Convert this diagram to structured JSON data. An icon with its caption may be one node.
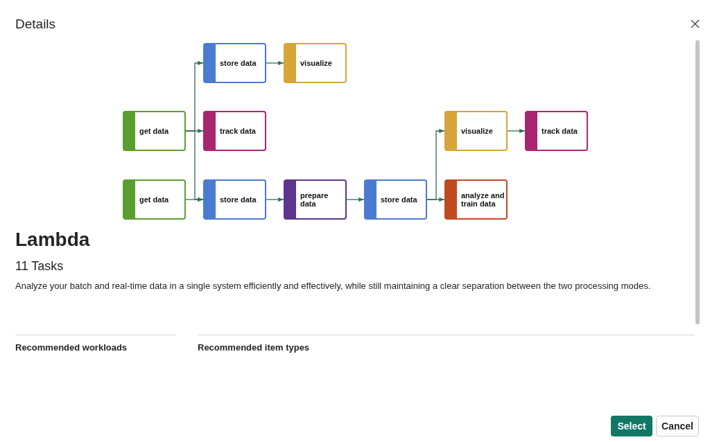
{
  "diagram": {
    "nodes": [
      {
        "text": [
          "store data"
        ]
      },
      {
        "text": [
          "visualize"
        ]
      },
      {
        "text": [
          "get data"
        ]
      },
      {
        "text": [
          "track data"
        ]
      },
      {
        "text": [
          "visualize"
        ]
      },
      {
        "text": [
          "track data"
        ]
      },
      {
        "text": [
          "get data"
        ]
      },
      {
        "text": [
          "store data"
        ]
      },
      {
        "text": [
          "prepare data"
        ]
      },
      {
        "text": [
          "store data"
        ]
      },
      {
        "text": [
          "analyze and train data"
        ]
      }
    ],
    "edges": [
      {
        "from": 2,
        "to": 0,
        "arrow": "to"
      },
      {
        "from": 0,
        "to": 1,
        "arrow": "to"
      },
      {
        "from": 2,
        "to": 3,
        "arrow": "to"
      },
      {
        "from": 2,
        "to": 7,
        "arrow": "to"
      },
      {
        "from": 4,
        "to": 5,
        "arrow": "to"
      },
      {
        "from": 6,
        "to": 7,
        "arrow": "to"
      },
      {
        "from": 7,
        "to": 8,
        "arrow": "to"
      },
      {
        "from": 8,
        "to": 9,
        "arrow": "to"
      },
      {
        "from": 9,
        "to": 4,
        "arrow": "to"
      },
      {
        "from": 9,
        "to": 10,
        "arrow": "to"
      }
    ],
    "labels": [
      "Details",
      "Lambda",
      "11 Tasks",
      "Analyze your batch and real-time data in a single system efficiently and effectively, while still maintaining a clear separation between the two processing modes.",
      "Recommended workloads",
      "Recommended item types",
      "Select",
      "Cancel"
    ]
  }
}
